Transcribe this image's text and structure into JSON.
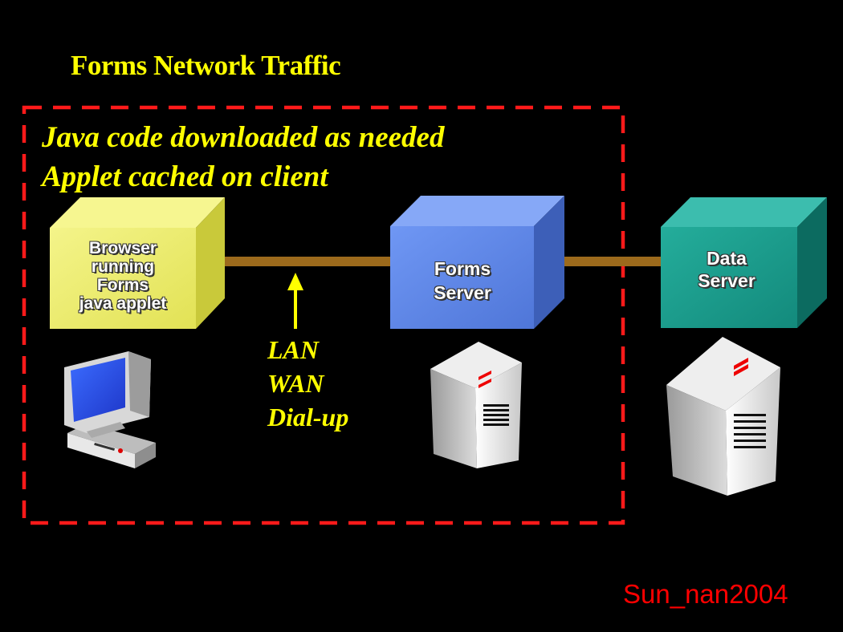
{
  "title": "Forms Network Traffic",
  "notes": {
    "line1": "Java code downloaded as needed",
    "line2": "Applet cached on client"
  },
  "nodes": {
    "browser": [
      "Browser",
      "running",
      "Forms",
      "java applet"
    ],
    "forms_server": [
      "Forms",
      "Server"
    ],
    "data_server": [
      "Data",
      "Server"
    ]
  },
  "network_types": [
    "LAN",
    "WAN",
    "Dial-up"
  ],
  "signature": "Sun_nan2004",
  "colors": {
    "background": "#000000",
    "title_text": "#ffff00",
    "boundary_dashed": "#ff1a1a",
    "browser_box": "#ecec6a",
    "forms_box": "#5f86e6",
    "data_box": "#1a9e8f",
    "link": "#9c6a1c",
    "signature": "#ff0000"
  }
}
